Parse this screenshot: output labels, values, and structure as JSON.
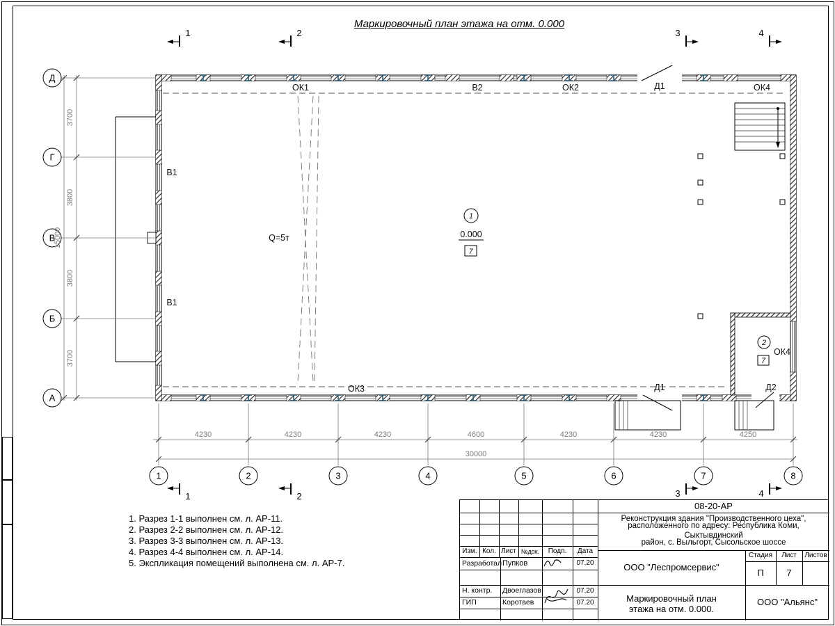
{
  "page": {
    "title": "Маркировочный план этажа на отм. 0.000"
  },
  "plan": {
    "axes": {
      "letters": [
        "Д",
        "Г",
        "В",
        "Б",
        "А"
      ],
      "numbers": [
        "1",
        "2",
        "3",
        "4",
        "5",
        "6",
        "7",
        "8"
      ]
    },
    "sections": {
      "s1": "1",
      "s2": "2",
      "s3": "3",
      "s4": "4"
    },
    "labels": {
      "ok1": "ОК1",
      "v2": "В2",
      "ok2": "ОК2",
      "d1_top": "Д1",
      "ok4_top": "ОК4",
      "v1_upper": "В1",
      "v1_lower": "В1",
      "crane_capacity": "Q=5т",
      "ok3": "ОК3",
      "d1_bottom": "Д1",
      "d2_bottom": "Д2",
      "ok4_right": "ОК4"
    },
    "room1": {
      "number": "1",
      "elevation": "0.000",
      "finish": "7"
    },
    "room2": {
      "number": "2",
      "finish": "7"
    },
    "dims": {
      "vertical": [
        "3700",
        "3800",
        "3800",
        "3700"
      ],
      "vertical_total": "15000",
      "horizontal": [
        "4230",
        "4230",
        "4230",
        "4600",
        "4230",
        "4230",
        "4250"
      ],
      "horizontal_total": "30000"
    }
  },
  "notes": {
    "items": [
      "1. Разрез 1-1 выполнен см. л. АР-11.",
      "2. Разрез 2-2 выполнен см. л. АР-12.",
      "3. Разрез 3-3 выполнен см. л. АР-13.",
      "4. Разрез 4-4 выполнен см. л. АР-14.",
      "5. Экспликация помещений выполнена см. л. АР-7."
    ]
  },
  "titleblock": {
    "doc_number": "08-20-АР",
    "project": {
      "line1": "Реконструкция здания \"Производственного цеха\",",
      "line2": "расположенного по адресу: Республика Коми, Сыктывдинский",
      "line3": "район, с. Выльгорт, Сысольское шоссе"
    },
    "columns": {
      "izm": "Изм.",
      "kol": "Кол.",
      "list": "Лист",
      "ndok": "№док.",
      "podp": "Подп.",
      "data": "Дата"
    },
    "rows": {
      "developer": {
        "label": "Разработал",
        "name": "Пупков",
        "date": "07.20"
      },
      "ncontrol": {
        "label": "Н. контр.",
        "name": "Двоеглазов",
        "date": "07.20"
      },
      "gip": {
        "label": "ГИП",
        "name": "Коротаев",
        "date": "07.20"
      }
    },
    "org_designer": "ООО \"Леспромсервис\"",
    "stage": {
      "label": "Стадия",
      "value": "П"
    },
    "sheet": {
      "label": "Лист",
      "value": "7"
    },
    "sheets": {
      "label": "Листов",
      "value": ""
    },
    "drawing_title": {
      "line1": "Маркировочный план",
      "line2": "этажа на отм. 0.000."
    },
    "org_customer": "ООО \"Альянс\""
  }
}
